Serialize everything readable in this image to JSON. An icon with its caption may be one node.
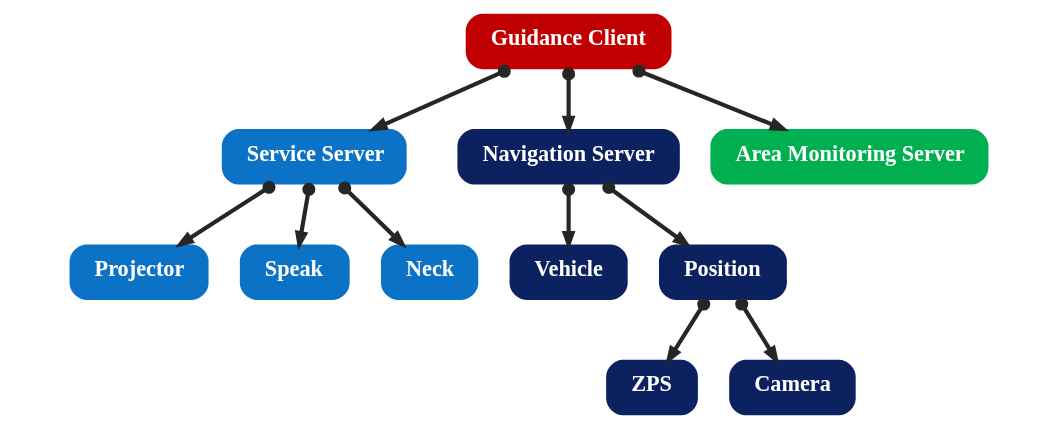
{
  "diagram": {
    "nodes": [
      {
        "text": [
          "Guidance Client"
        ]
      },
      {
        "text": [
          "Service Server"
        ]
      },
      {
        "text": [
          "Navigation Server"
        ]
      },
      {
        "text": [
          "Area Monitoring Server"
        ]
      },
      {
        "text": [
          "Projector"
        ]
      },
      {
        "text": [
          "Speak"
        ]
      },
      {
        "text": [
          "Neck"
        ]
      },
      {
        "text": [
          "Vehicle"
        ]
      },
      {
        "text": [
          "Position"
        ]
      },
      {
        "text": [
          "ZPS"
        ]
      },
      {
        "text": [
          "Camera"
        ]
      }
    ],
    "edges": [
      {
        "from": 0,
        "to": 1,
        "arrow": "to"
      },
      {
        "from": 0,
        "to": 2,
        "arrow": "to"
      },
      {
        "from": 0,
        "to": 3,
        "arrow": "to"
      },
      {
        "from": 1,
        "to": 4,
        "arrow": "to"
      },
      {
        "from": 1,
        "to": 5,
        "arrow": "to"
      },
      {
        "from": 1,
        "to": 6,
        "arrow": "to"
      },
      {
        "from": 2,
        "to": 7,
        "arrow": "to"
      },
      {
        "from": 2,
        "to": 8,
        "arrow": "to"
      },
      {
        "from": 8,
        "to": 9,
        "arrow": "to"
      },
      {
        "from": 8,
        "to": 10,
        "arrow": "to"
      }
    ]
  }
}
